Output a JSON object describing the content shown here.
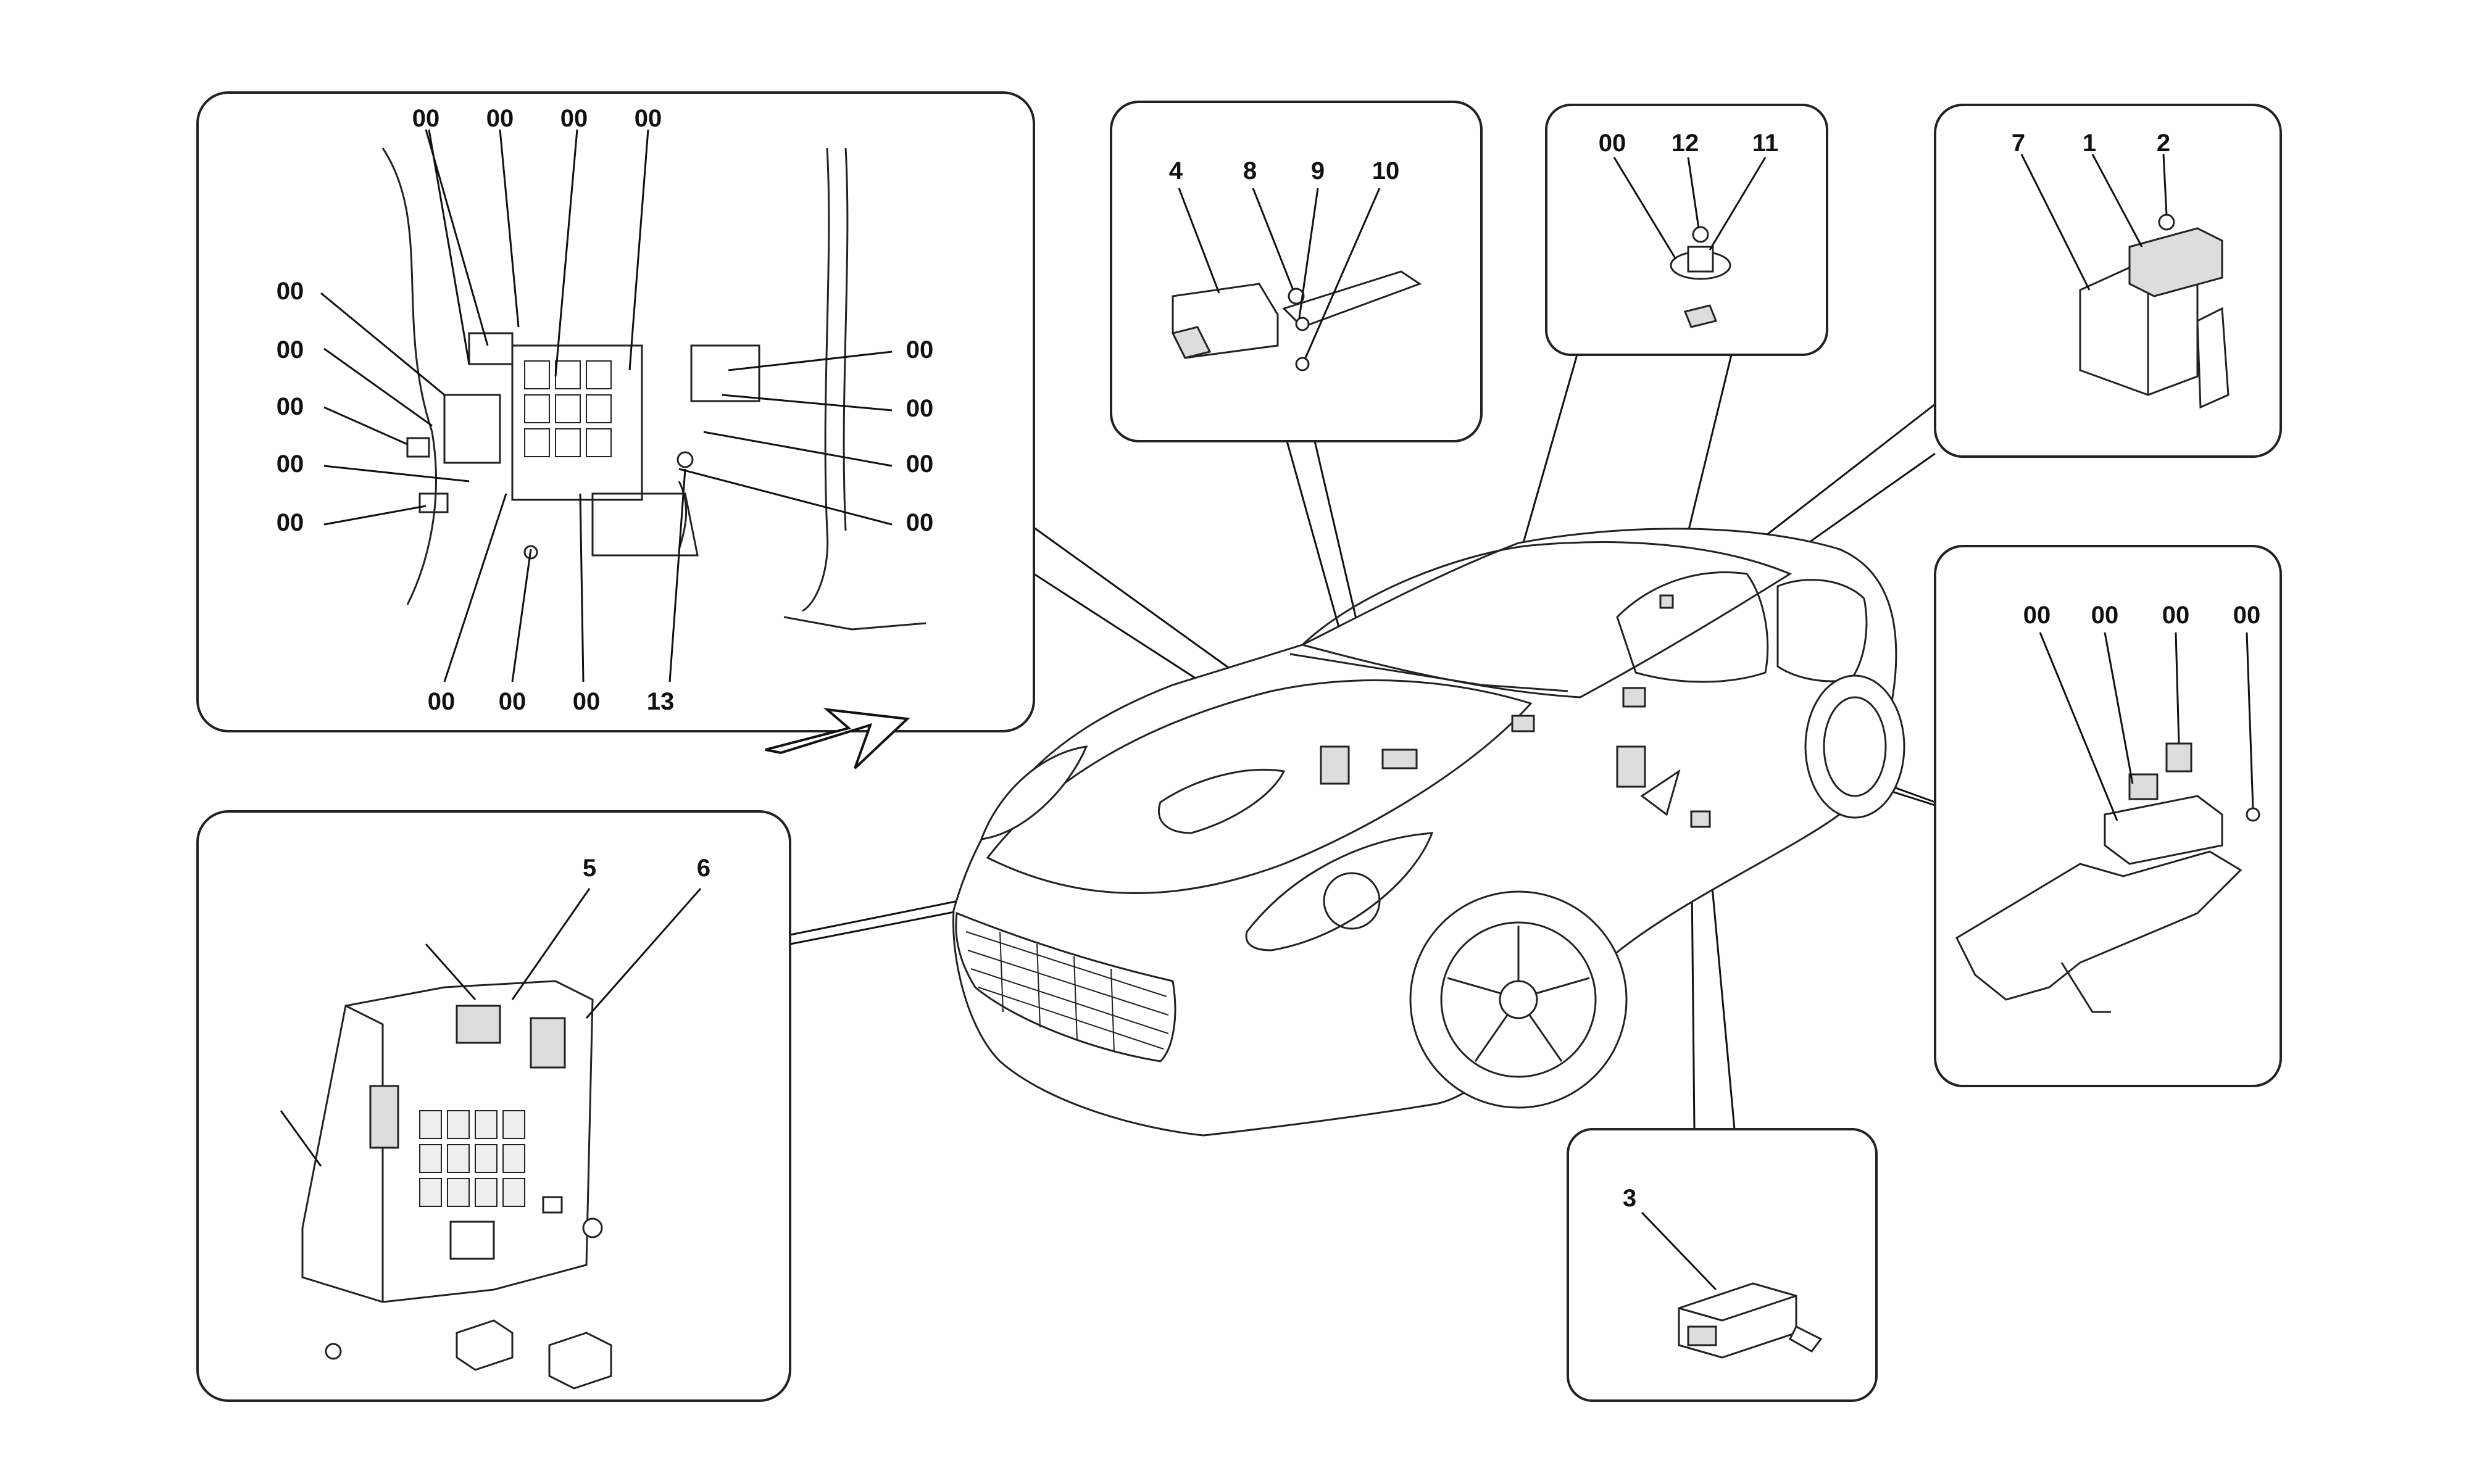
{
  "diagram": {
    "callouts": {
      "fusebox_detail": {
        "top": [
          "00",
          "00",
          "00",
          "00"
        ],
        "left": [
          "00",
          "00",
          "00",
          "00",
          "00"
        ],
        "right": [
          "00",
          "00",
          "00",
          "00"
        ],
        "bottom": [
          "00",
          "00",
          "00",
          "13"
        ]
      },
      "sensor_panel": [
        "4",
        "8",
        "9",
        "10"
      ],
      "antenna_panel": [
        "00",
        "12",
        "11"
      ],
      "bracket_panel": [
        "7",
        "1",
        "2"
      ],
      "relay_panel": [
        "00",
        "00",
        "00",
        "00"
      ],
      "module_panel": [
        "3"
      ],
      "fusebox_panel": [
        "5",
        "6"
      ]
    }
  }
}
